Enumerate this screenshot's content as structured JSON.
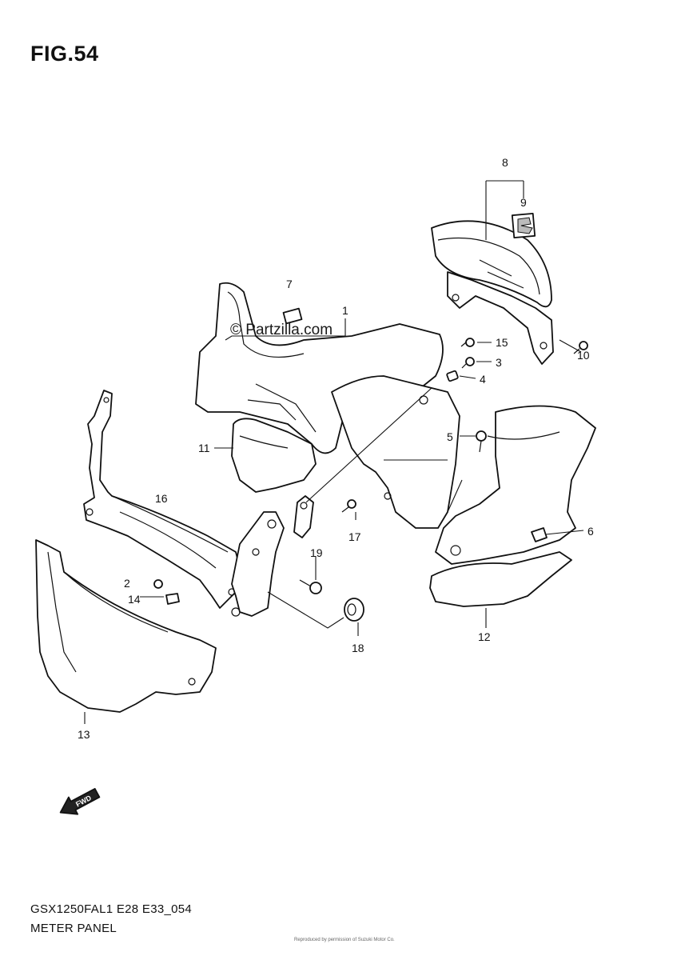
{
  "figure": {
    "title": "FIG.54",
    "watermark": "© Partzilla.com",
    "model_code": "GSX1250FAL1 E28 E33_054",
    "section_name": "METER PANEL",
    "fine_print": "Reproduced by permission of Suzuki Motor Co."
  },
  "callouts": [
    {
      "id": "c8",
      "label": "8"
    },
    {
      "id": "c9",
      "label": "9"
    },
    {
      "id": "c7",
      "label": "7"
    },
    {
      "id": "c1",
      "label": "1"
    },
    {
      "id": "c15",
      "label": "15"
    },
    {
      "id": "c3",
      "label": "3"
    },
    {
      "id": "c4",
      "label": "4"
    },
    {
      "id": "c10",
      "label": "10"
    },
    {
      "id": "c5",
      "label": "5"
    },
    {
      "id": "c11",
      "label": "11"
    },
    {
      "id": "c6",
      "label": "6"
    },
    {
      "id": "c16",
      "label": "16"
    },
    {
      "id": "c17",
      "label": "17"
    },
    {
      "id": "c19",
      "label": "19"
    },
    {
      "id": "c2",
      "label": "2"
    },
    {
      "id": "c14",
      "label": "14"
    },
    {
      "id": "c18",
      "label": "18"
    },
    {
      "id": "c12",
      "label": "12"
    },
    {
      "id": "c13",
      "label": "13"
    }
  ],
  "icons": {
    "front_arrow": "fwd-arrow-icon",
    "emblem": "suzuki-emblem-icon"
  },
  "front_arrow_text": "FWD"
}
